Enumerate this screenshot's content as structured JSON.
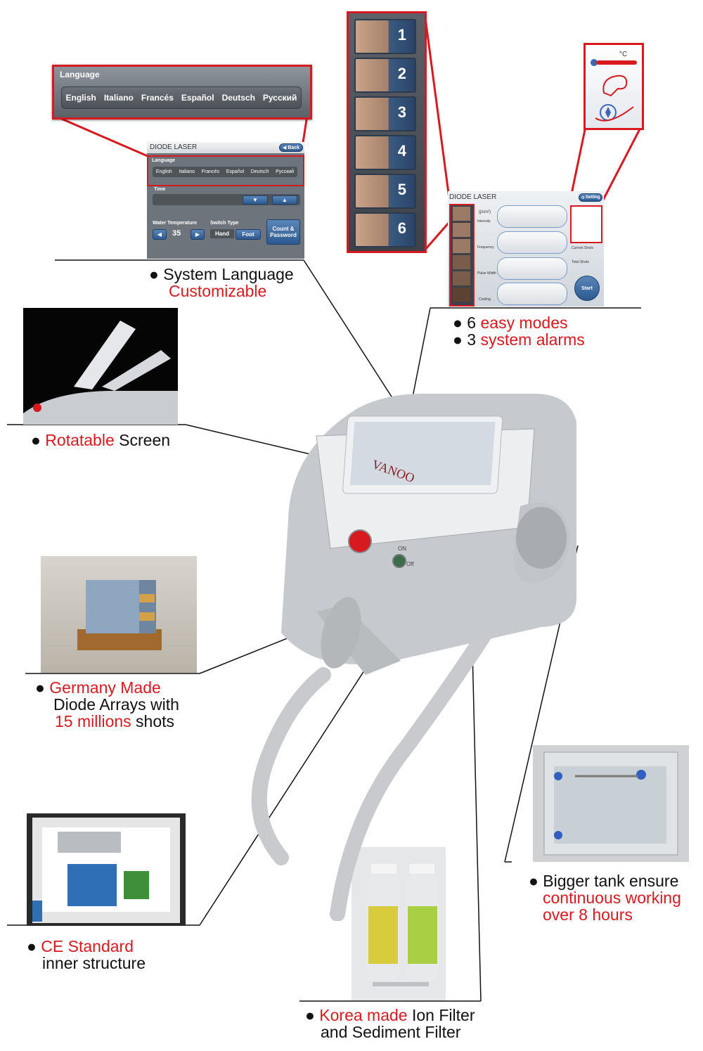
{
  "language_zoom": {
    "title": "Language",
    "options": [
      "English",
      "Italiano",
      "Francés",
      "Español",
      "Deutsch",
      "Русский"
    ]
  },
  "diode_panel": {
    "title": "DIODE LASER",
    "back_label": "Back",
    "language_label": "Language",
    "time_label": "Time",
    "water_temp_label": "Water Temperature",
    "water_temp_value": "35",
    "switch_type_label": "Switch Type",
    "switch_hand": "Hand",
    "switch_foot": "Foot",
    "count_password": "Count & Password"
  },
  "modes_zoom": {
    "numbers": [
      "1",
      "2",
      "3",
      "4",
      "5",
      "6"
    ]
  },
  "alarms_zoom": {
    "temp_unit": "°C"
  },
  "mode_panel": {
    "title": "DIODE LASER",
    "setting_label": "Setting",
    "unit_label": "(j/cm²)",
    "intensity": "Intensity",
    "frequency": "Frequency",
    "pulse_width": "Pulse Width",
    "cooling": "Cooling",
    "current_shots": "Current Shots",
    "total_shots": "Total Shots",
    "start": "Start"
  },
  "captions": {
    "language": {
      "pre": "System Language",
      "red": "Customizable"
    },
    "modes": {
      "l1_pre": "6 ",
      "l1_red": "easy modes",
      "l2_pre": "3 ",
      "l2_red": "system alarms"
    },
    "rotatable": {
      "red": "Rotatable",
      "post": " Screen"
    },
    "germany": {
      "red": "Germany Made",
      "l2": "Diode Arrays with",
      "l3_red": "15 millions",
      "l3_post": " shots"
    },
    "tank": {
      "l1": "Bigger tank ensure",
      "l2_red": "continuous working",
      "l3_red": "over 8 hours"
    },
    "ce": {
      "red": "CE Standard",
      "l2": "inner structure"
    },
    "korea": {
      "red": "Korea made",
      "post": " Ion Filter",
      "l2": "and Sediment Filter"
    }
  },
  "machine": {
    "brand": "VANOO",
    "switch_on": "ON",
    "switch_off": "Off"
  },
  "bullet": "●",
  "colors": {
    "accent_red": "#d71920",
    "ui_blue": "#2c5a91",
    "machine_gray": "#c9ccd0"
  }
}
